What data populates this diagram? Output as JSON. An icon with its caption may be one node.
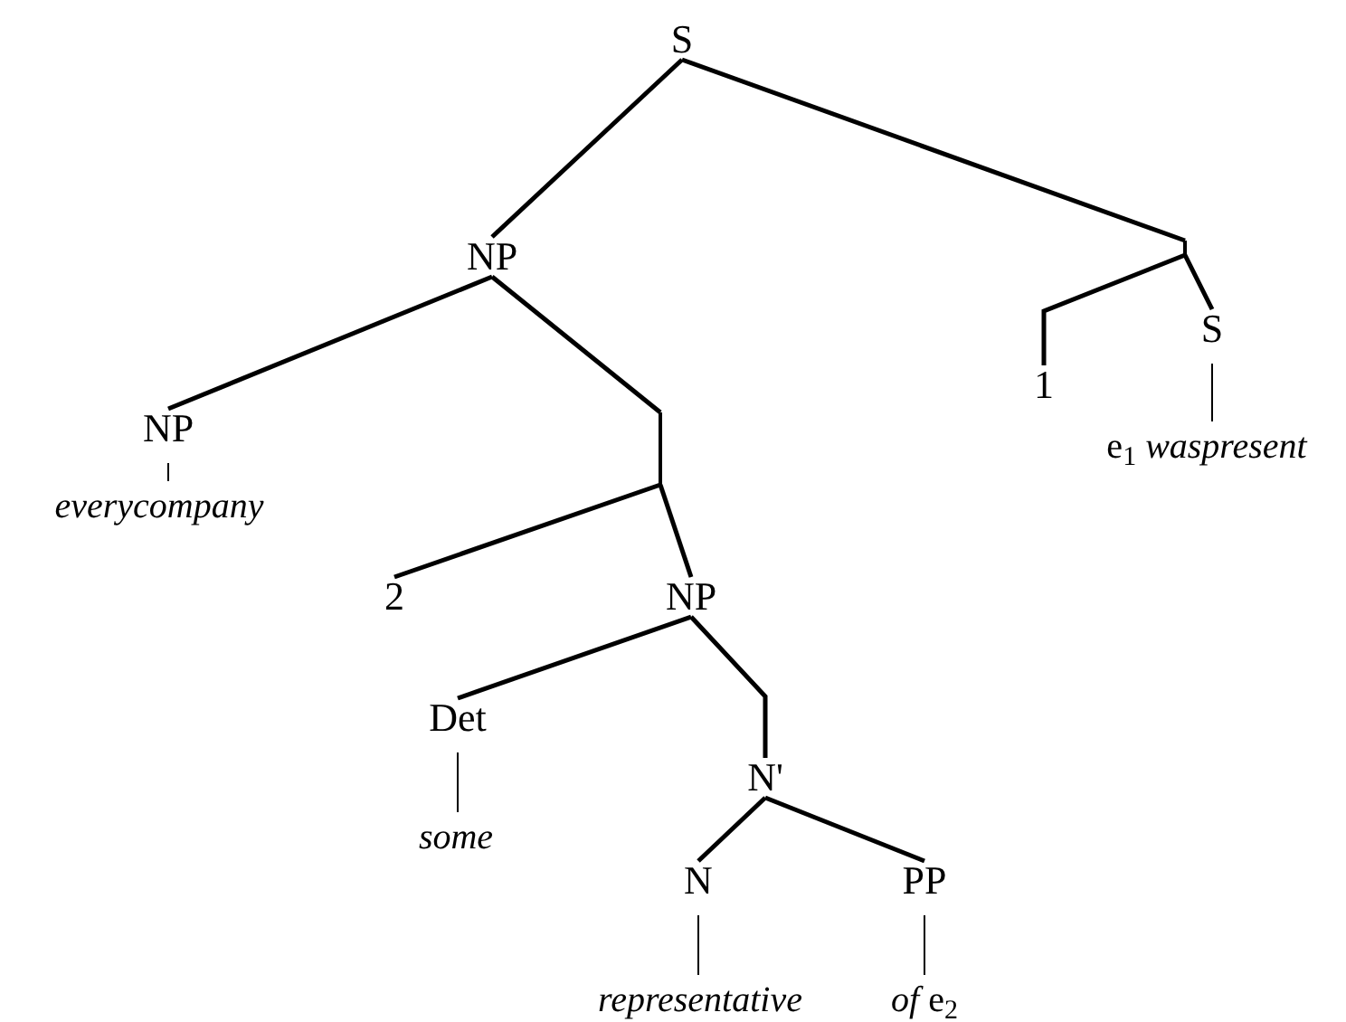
{
  "diagram": {
    "nodes": [
      {
        "text": [
          "S"
        ]
      },
      {
        "text": [
          "NP"
        ]
      },
      {
        "text": [
          "NP"
        ]
      },
      {
        "text": [
          "everycompany"
        ]
      },
      {
        "text": [],
        "shape": "bar"
      },
      {
        "text": [
          "2"
        ]
      },
      {
        "text": [
          "NP"
        ]
      },
      {
        "text": [
          "Det"
        ]
      },
      {
        "text": [
          "some"
        ]
      },
      {
        "text": [
          "N'"
        ]
      },
      {
        "text": [
          "N"
        ]
      },
      {
        "text": [
          "PP"
        ]
      },
      {
        "text": [
          "representative"
        ]
      },
      {
        "text": [
          "*of* e$_{2}$"
        ]
      },
      {
        "text": [],
        "shape": "bar"
      },
      {
        "text": [
          "1"
        ]
      },
      {
        "text": [
          "S"
        ]
      },
      {
        "text": [
          "e$_{1}$ *waspresent*"
        ]
      }
    ],
    "edges": [
      {
        "from": 0,
        "to": 1,
        "arrow": "none"
      },
      {
        "from": 0,
        "to": 14,
        "arrow": "none"
      },
      {
        "from": 1,
        "to": 2,
        "arrow": "none"
      },
      {
        "from": 1,
        "to": 4,
        "arrow": "none"
      },
      {
        "from": 2,
        "to": 3,
        "arrow": "none"
      },
      {
        "from": 4,
        "to": 5,
        "arrow": "none"
      },
      {
        "from": 4,
        "to": 6,
        "arrow": "none"
      },
      {
        "from": 6,
        "to": 7,
        "arrow": "none"
      },
      {
        "from": 6,
        "to": 9,
        "arrow": "none"
      },
      {
        "from": 7,
        "to": 8,
        "arrow": "none"
      },
      {
        "from": 9,
        "to": 10,
        "arrow": "none"
      },
      {
        "from": 9,
        "to": 11,
        "arrow": "none"
      },
      {
        "from": 10,
        "to": 12,
        "arrow": "none"
      },
      {
        "from": 11,
        "to": 13,
        "arrow": "none"
      },
      {
        "from": 14,
        "to": 15,
        "arrow": "none"
      },
      {
        "from": 14,
        "to": 16,
        "arrow": "none"
      },
      {
        "from": 16,
        "to": 17,
        "arrow": "none"
      }
    ]
  }
}
